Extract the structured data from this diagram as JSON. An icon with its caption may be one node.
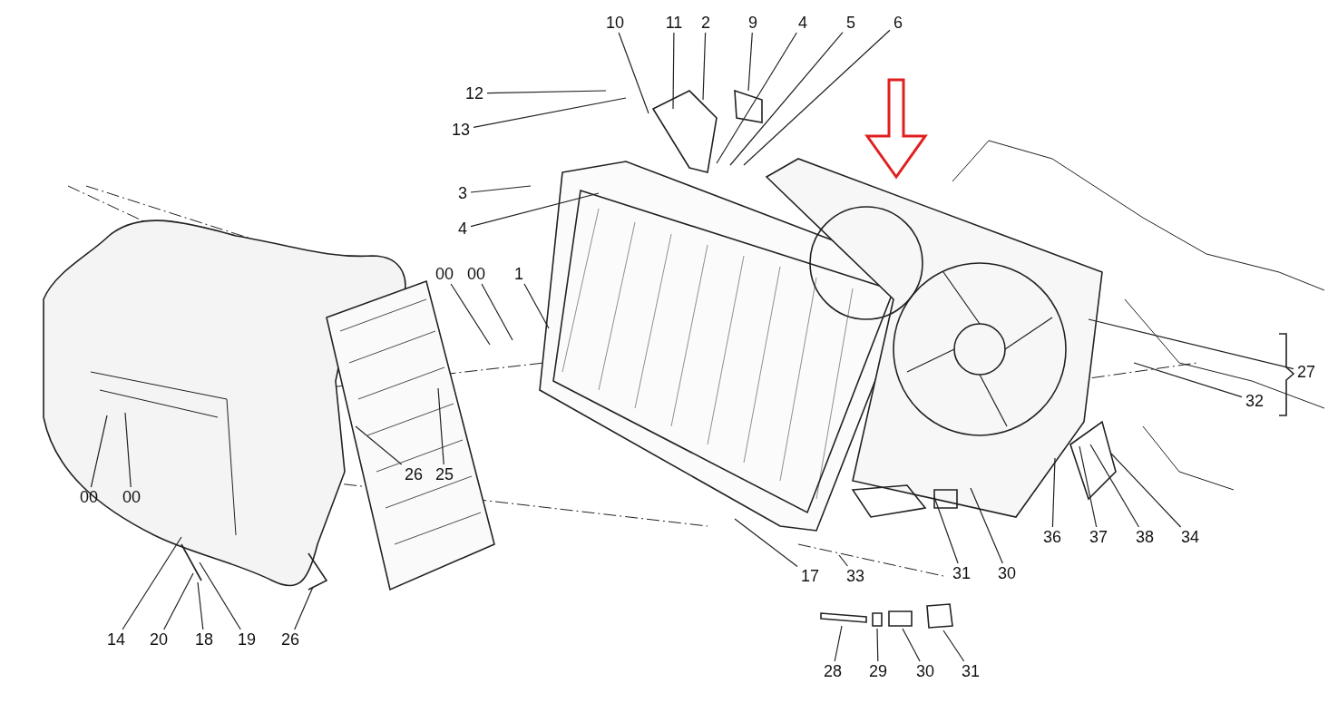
{
  "diagram": {
    "nodes": [
      {
        "text": [
          "12"
        ]
      },
      {
        "text": [
          "10"
        ]
      },
      {
        "text": [
          "11"
        ]
      },
      {
        "text": [
          "2"
        ]
      },
      {
        "text": [
          "9"
        ]
      },
      {
        "text": [
          "4"
        ]
      },
      {
        "text": [
          "5"
        ]
      },
      {
        "text": [
          "6"
        ]
      },
      {
        "text": [
          "13"
        ]
      },
      {
        "text": [
          "3"
        ]
      },
      {
        "text": [
          "4"
        ]
      },
      {
        "text": [
          "00"
        ]
      },
      {
        "text": [
          "00"
        ]
      },
      {
        "text": [
          "1"
        ]
      },
      {
        "text": [
          "27"
        ]
      },
      {
        "text": [
          "32"
        ]
      },
      {
        "text": [
          "00"
        ]
      },
      {
        "text": [
          "00"
        ]
      },
      {
        "text": [
          "26"
        ]
      },
      {
        "text": [
          "25"
        ]
      },
      {
        "text": [
          "36"
        ]
      },
      {
        "text": [
          "37"
        ]
      },
      {
        "text": [
          "38"
        ]
      },
      {
        "text": [
          "34"
        ]
      },
      {
        "text": [
          "17"
        ]
      },
      {
        "text": [
          "33"
        ]
      },
      {
        "text": [
          "31"
        ]
      },
      {
        "text": [
          "30"
        ]
      },
      {
        "text": [
          "14"
        ]
      },
      {
        "text": [
          "20"
        ]
      },
      {
        "text": [
          "18"
        ]
      },
      {
        "text": [
          "19"
        ]
      },
      {
        "text": [
          "26"
        ]
      },
      {
        "text": [
          "28"
        ]
      },
      {
        "text": [
          "29"
        ]
      },
      {
        "text": [
          "30"
        ]
      },
      {
        "text": [
          "31"
        ]
      }
    ],
    "edges": [
      {
        "from": 0,
        "to": null,
        "arrow": "none"
      },
      {
        "from": 1,
        "to": null,
        "arrow": "none"
      },
      {
        "from": 2,
        "to": null,
        "arrow": "none"
      },
      {
        "from": 3,
        "to": null,
        "arrow": "none"
      },
      {
        "from": 4,
        "to": null,
        "arrow": "none"
      },
      {
        "from": 5,
        "to": null,
        "arrow": "none"
      },
      {
        "from": 6,
        "to": null,
        "arrow": "none"
      },
      {
        "from": 7,
        "to": null,
        "arrow": "none"
      },
      {
        "from": 8,
        "to": null,
        "arrow": "none"
      },
      {
        "from": 9,
        "to": null,
        "arrow": "none"
      },
      {
        "from": 10,
        "to": null,
        "arrow": "none"
      },
      {
        "from": 11,
        "to": null,
        "arrow": "none"
      },
      {
        "from": 12,
        "to": null,
        "arrow": "none"
      },
      {
        "from": 13,
        "to": null,
        "arrow": "none"
      },
      {
        "from": 14,
        "to": null,
        "arrow": "none"
      },
      {
        "from": 15,
        "to": null,
        "arrow": "none"
      },
      {
        "from": 16,
        "to": null,
        "arrow": "none"
      },
      {
        "from": 17,
        "to": null,
        "arrow": "none"
      },
      {
        "from": 18,
        "to": null,
        "arrow": "none"
      },
      {
        "from": 19,
        "to": null,
        "arrow": "none"
      },
      {
        "from": 20,
        "to": null,
        "arrow": "none"
      },
      {
        "from": 21,
        "to": null,
        "arrow": "none"
      },
      {
        "from": 22,
        "to": null,
        "arrow": "none"
      },
      {
        "from": 23,
        "to": null,
        "arrow": "none"
      },
      {
        "from": 24,
        "to": null,
        "arrow": "none"
      },
      {
        "from": 25,
        "to": null,
        "arrow": "none"
      },
      {
        "from": 26,
        "to": null,
        "arrow": "none"
      },
      {
        "from": 27,
        "to": null,
        "arrow": "none"
      },
      {
        "from": 28,
        "to": null,
        "arrow": "none"
      },
      {
        "from": 29,
        "to": null,
        "arrow": "none"
      },
      {
        "from": 30,
        "to": null,
        "arrow": "none"
      },
      {
        "from": 31,
        "to": null,
        "arrow": "none"
      },
      {
        "from": 32,
        "to": null,
        "arrow": "none"
      },
      {
        "from": 33,
        "to": null,
        "arrow": "none"
      },
      {
        "from": 34,
        "to": null,
        "arrow": "none"
      },
      {
        "from": 35,
        "to": null,
        "arrow": "none"
      },
      {
        "from": 36,
        "to": null,
        "arrow": "none"
      }
    ]
  }
}
